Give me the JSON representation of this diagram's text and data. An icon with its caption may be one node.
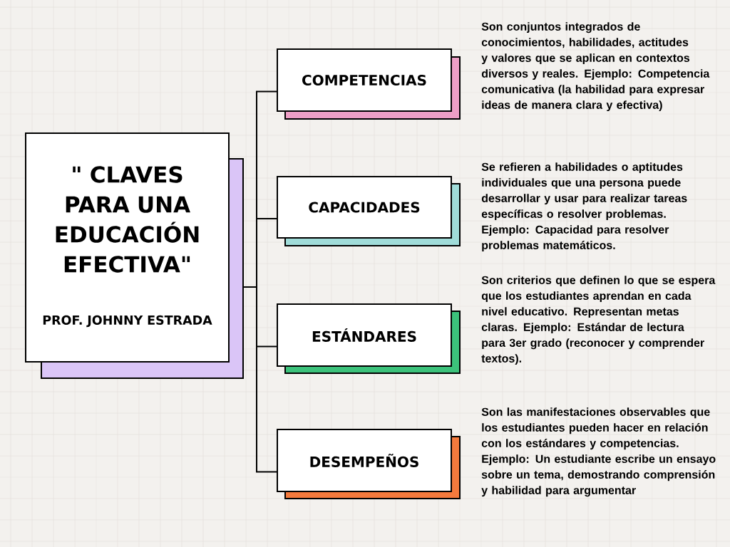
{
  "diagram": {
    "nodes": [
      {
        "text": [
          "\" CLAVES PARA UNA EDUCACIÓN EFECTIVA\"",
          "PROF. JOHNNY ESTRADA"
        ]
      },
      {
        "text": [
          "COMPETENCIAS"
        ],
        "beside": [
          "Son conjuntos integrados de conocimientos, habilidades, actitudes y valores que se aplican en contextos diversos y reales. Ejemplo: Competencia comunicativa (la habilidad para expresar ideas de manera clara y efectiva)"
        ]
      },
      {
        "text": [
          "CAPACIDADES"
        ],
        "beside": [
          "Se refieren a habilidades o aptitudes individuales que una persona puede desarrollar y usar para realizar tareas específicas o resolver problemas. Ejemplo: Capacidad para resolver problemas matemáticos."
        ]
      },
      {
        "text": [
          "ESTÁNDARES"
        ],
        "beside": [
          "Son criterios que definen lo que se espera que los estudiantes aprendan en cada nivel educativo. Representan metas claras. Ejemplo: Estándar de lectura para 3er grado (reconocer y comprender textos)."
        ]
      },
      {
        "text": [
          "DESEMPEÑOS"
        ],
        "beside": [
          "Son las manifestaciones observables que los estudiantes pueden hacer en relación con los estándares y competencias. Ejemplo: Un estudiante escribe un ensayo sobre un tema, demostrando comprensión y habilidad para argumentar"
        ]
      }
    ],
    "edges": [
      {
        "from": 0,
        "to": 1,
        "arrow": "none"
      },
      {
        "from": 0,
        "to": 2,
        "arrow": "none"
      },
      {
        "from": 0,
        "to": 3,
        "arrow": "none"
      },
      {
        "from": 0,
        "to": 4,
        "arrow": "none"
      }
    ]
  }
}
